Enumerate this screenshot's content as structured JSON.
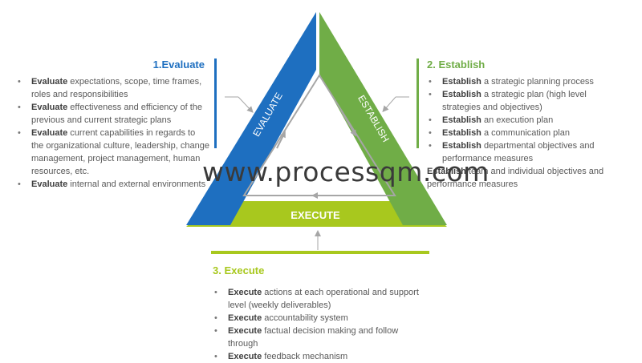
{
  "diagram": {
    "labels": {
      "evaluate": "EVALUATE",
      "establish": "ESTABLISH",
      "execute": "EXECUTE"
    },
    "colors": {
      "evaluate": "#1e6fc0",
      "establish": "#70ad47",
      "execute": "#a8c81e",
      "arrows": "#a6a6a6"
    }
  },
  "evaluate_panel": {
    "heading": "1.Evaluate",
    "items": [
      {
        "keyword": "Evaluate",
        "text": " expectations, scope, time frames, roles and responsibilities"
      },
      {
        "keyword": "Evaluate",
        "text": " effectiveness  and efficiency of the previous and current strategic plans"
      },
      {
        "keyword": "Evaluate",
        "text": " current capabilities in regards to the organizational culture, leadership, change management, project management, human resources,  etc."
      },
      {
        "keyword": "Evaluate",
        "text": " internal and external environments"
      }
    ]
  },
  "establish_panel": {
    "heading": "2. Establish",
    "items": [
      {
        "keyword": "Establish",
        "text": "  a strategic planning process"
      },
      {
        "keyword": "Establish",
        "text": "  a strategic plan (high level strategies and objectives)"
      },
      {
        "keyword": "Establish",
        "text": "  an execution plan"
      },
      {
        "keyword": "Establish",
        "text": "  a communication plan"
      },
      {
        "keyword": "Establish",
        "text": "  departmental objectives and performance measures"
      },
      {
        "keyword": "Establish",
        "text": "  team and individual objectives and performance  measures"
      }
    ]
  },
  "execute_panel": {
    "heading": "3. Execute",
    "items": [
      {
        "keyword": "Execute",
        "text": " actions at each operational and support level (weekly deliverables)"
      },
      {
        "keyword": "Execute",
        "text": " accountability system"
      },
      {
        "keyword": "Execute",
        "text": " factual decision making and follow through"
      },
      {
        "keyword": "Execute",
        "text": " feedback mechanism"
      }
    ]
  },
  "watermark": "www.processqm.com"
}
